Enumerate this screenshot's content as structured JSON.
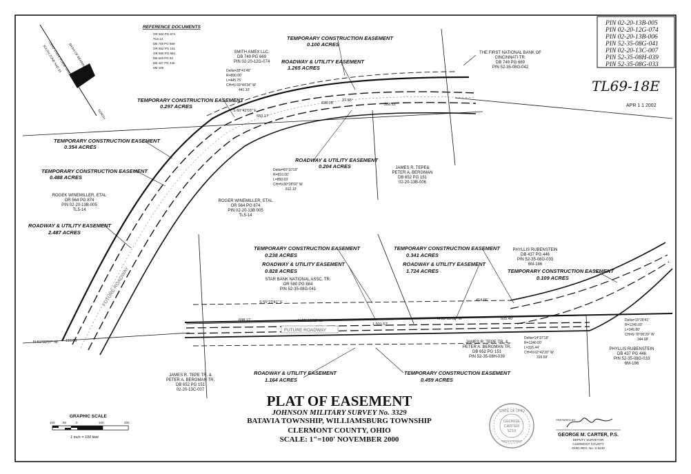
{
  "pin_list": [
    "PIN 02-20-13B-005",
    "PIN 02-20-12G-074",
    "PIN 02-20-13B-006",
    "PIN 52-35-08G-041",
    "PIN 02-20-13C-007",
    "PIN 52-35-08H-039",
    "PIN 52-35-08G-033"
  ],
  "handwritten_id": "TL69-18E",
  "date_stamp": "APR 1 1 2002",
  "reference_documents": {
    "title": "REFERENCE DOCUMENTS",
    "items": [
      "OR 564 PG 874",
      "TL5-14",
      "DB 749 PG 669",
      "OR 652 PG 151",
      "OR 580 PG 684",
      "DB 649 PG 84",
      "DB 437 PG 446",
      "6M-186"
    ]
  },
  "basis": {
    "line1": "BASIS OF BEARINGS",
    "line2": "OHIO STATE PLANE GRID",
    "line3": "SOUTH ZONE NAD 83",
    "north": "NORTH"
  },
  "easements": {
    "tce_0100": [
      "TEMPORARY CONSTRUCTION EASEMENT",
      "0.100 ACRES"
    ],
    "rue_1265": [
      "ROADWAY & UTILITY EASEMENT",
      "1.265 ACRES"
    ],
    "tce_0297": [
      "TEMPORARY CONSTRUCTION EASEMENT",
      "0.297 ACRES"
    ],
    "tce_0354": [
      "TEMPORARY CONSTRUCTION EASEMENT",
      "0.354 ACRES"
    ],
    "tce_0488": [
      "TEMPORARY CONSTRUCTION EASEMENT",
      "0.488 ACRES"
    ],
    "rue_0204": [
      "ROADWAY & UTILITY EASEMENT",
      "0.204 ACRES"
    ],
    "rue_2487": [
      "ROADWAY & UTILITY EASEMENT",
      "2.487 ACRES"
    ],
    "tce_0238": [
      "TEMPORARY CONSTRUCTION EASEMENT",
      "0.238 ACRES"
    ],
    "rue_0828": [
      "ROADWAY & UTILITY EASEMENT",
      "0.828 ACRES"
    ],
    "tce_0341": [
      "TEMPORARY CONSTRUCTION EASEMENT",
      "0.341 ACRES"
    ],
    "rue_1724": [
      "ROADWAY & UTILITY EASEMENT",
      "1.724 ACRES"
    ],
    "tce_0109": [
      "TEMPORARY CONSTRUCTION EASEMENT",
      "0.109 ACRES"
    ],
    "rue_1164": [
      "ROADWAY & UTILITY EASEMENT",
      "1.164 ACRES"
    ],
    "tce_0459": [
      "TEMPORARY CONSTRUCTION EASEMENT",
      "0.459 ACRES"
    ]
  },
  "owners": {
    "smith_amex": [
      "SMITH AMEX LLC.",
      "DB 749 PG 669",
      "PIN 02-20-12G-074"
    ],
    "first_national": [
      "THE FIRST NATIONAL BANK OF",
      "CINCINNATI TR.",
      "DB 749 PG 669",
      "PIN 52-35-08G-042"
    ],
    "tepe_bergman_north": [
      "JAMES R. TEPE&",
      "PETER A. BERGMAN",
      "DB 652 PG 151",
      "02-20-13B-006"
    ],
    "rogek": [
      "ROGEK WINEMILLER, ETAL",
      "OR 564 PG 874",
      "PIN 02-20-13B-005",
      "TL5-14"
    ],
    "roger": [
      "ROGER WINEMILLER, ETAL",
      "OR 564 PG 874",
      "PIN 02-20-13B 005",
      "TL5-14"
    ],
    "star_bank": [
      "STAR BANK NATIONAL ASSC. TR.",
      "OR 580 PG 684",
      "PIN 52-35-08G-041"
    ],
    "phyllis_north": [
      "PHYLLIS RUBENSTEIN",
      "DB 437 PG 446",
      "PIN 52-35-08G-033",
      "6M-186"
    ],
    "tepe_bergman_south": [
      "JAMES R. TEPE TR. &",
      "PETER A. BERGMAN TR.",
      "DB 652 PG 151",
      "PIN 52-35-08H-039"
    ],
    "tepe_bergman_sw": [
      "JAMES R. TEPE TR. &",
      "PETER A. BERGMAN TR.",
      "DB 652 PG 151",
      "02-20-13C-007"
    ],
    "phyllis_south": [
      "PHYLLIS RUBENSTEIN",
      "DB 437 PG 446",
      "PIN 52-35-08G-033",
      "6M-186"
    ]
  },
  "curves": {
    "c1": [
      "Delta=28°41'46\"",
      "R=890.00'",
      "L=445.75'",
      "CH=N 69°44'34\" W",
      "441.10'"
    ],
    "c2": [
      "Delta=60°10'19\"",
      "R=810.00'",
      "L=850.69'",
      "CH=N 80°28'50\" W",
      "812.10'"
    ],
    "c3": [
      "Delta=14°37'18\"",
      "R=1240.00'",
      "L=316.44'",
      "CH=N 62°42'20\" W",
      "315.59'"
    ],
    "c4": [
      "Delta=15°28'41\"",
      "R=1240.00'",
      "L=345.80'",
      "CH=N 78°00'20\" W",
      "344.68'"
    ]
  },
  "dims": {
    "d1": "838.28'",
    "d2": "37.65'",
    "d3": "550.17'",
    "d4": "S 60°42'03\" E",
    "d5": "N 55°13'02\" W",
    "d6": "698.17'",
    "d7": "1,501.57'",
    "d8": "605.40'",
    "d9": "N 61°03'57\" W",
    "d10": "116.89'",
    "d11": "S 55°23'41\" E",
    "d12": "414.86'",
    "d13": "288.12'",
    "d14": "N 55°13'02\" W"
  },
  "roadway_label": "FUTURE ROADWAY",
  "title_block": {
    "title": "PLAT OF EASEMENT",
    "line1": "JOHNSON MILITARY SURVEY No. 3329",
    "line2": "BATAVIA TOWNSHIP, WILLIAMSBURG TOWNSHIP",
    "line3": "CLERMONT COUNTY,  OHIO",
    "line4": "SCALE: 1\"=100'     NOVEMBER 2000"
  },
  "graphic_scale": {
    "title": "GRAPHIC SCALE",
    "ticks": [
      "100",
      "50",
      "0",
      "100",
      "200"
    ],
    "note": "1 inch = 100 feet"
  },
  "seal": {
    "outer": "STATE OF OHIO",
    "name1": "GEORGE",
    "name2": "CARTER",
    "number": "5210",
    "bottom": "REGISTERED"
  },
  "surveyor": {
    "prepared_by": "PREPARED BY:",
    "name": "GEORGE M. CARTER, P.S.",
    "role": "DEPUTY SURVEYOR",
    "county": "CLERMONT COUNTY",
    "reg": "OHIO REG. No. S-5210"
  },
  "colors": {
    "ink": "#111111",
    "paper": "#ffffff",
    "gray": "#555555"
  }
}
